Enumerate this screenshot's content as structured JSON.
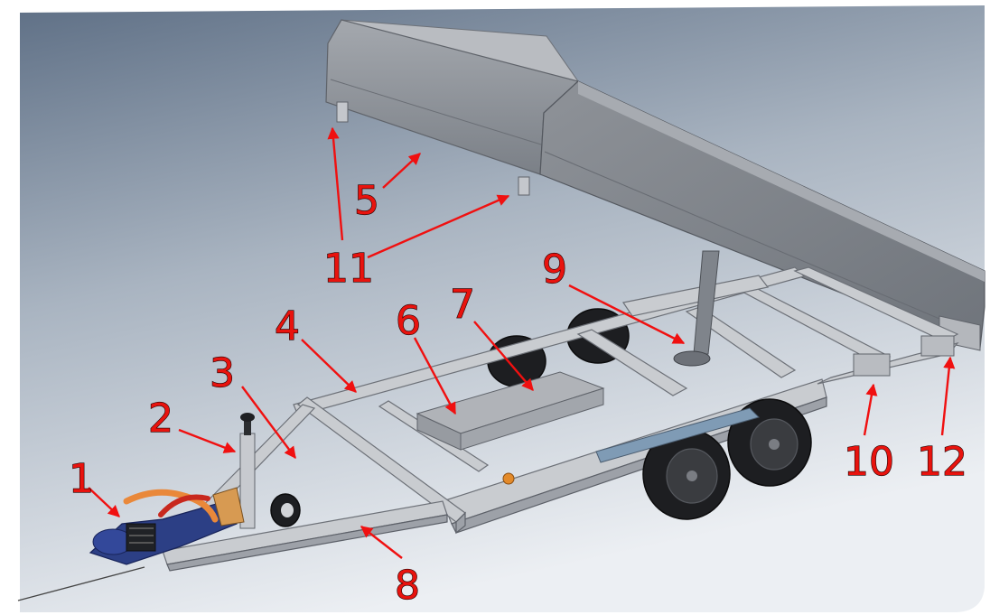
{
  "callouts": [
    {
      "id": "c1",
      "number": "1"
    },
    {
      "id": "c2",
      "number": "2"
    },
    {
      "id": "c3",
      "number": "3"
    },
    {
      "id": "c4",
      "number": "4"
    },
    {
      "id": "c5",
      "number": "5"
    },
    {
      "id": "c6",
      "number": "6"
    },
    {
      "id": "c7",
      "number": "7"
    },
    {
      "id": "c8",
      "number": "8"
    },
    {
      "id": "c9",
      "number": "9"
    },
    {
      "id": "c10",
      "number": "10"
    },
    {
      "id": "c11",
      "number": "11"
    },
    {
      "id": "c12",
      "number": "12"
    }
  ],
  "colors": {
    "label_fill": "#e8130e",
    "arrow": "#f01010",
    "background_top": "#5f7086",
    "background_bottom": "#eceff3",
    "frame_steel": "#c9ccd0",
    "tipper_body": "#8f9399",
    "coupling_blue": "#2c3f85",
    "handle_orange": "#e9883a",
    "tyre": "#1d1e21"
  }
}
